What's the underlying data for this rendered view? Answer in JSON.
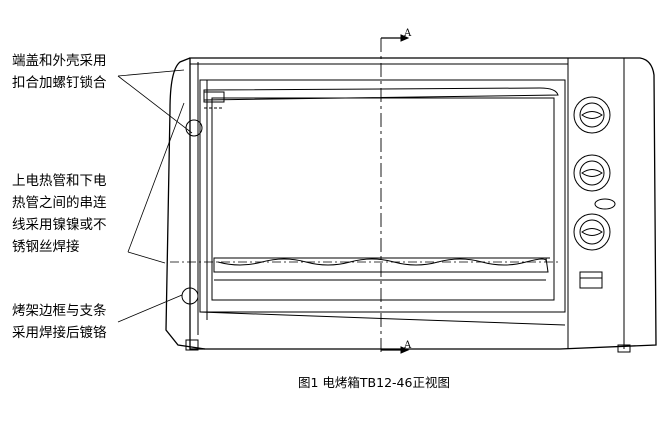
{
  "annotations": [
    {
      "id": "joint",
      "lines": [
        "端盖和外壳采用",
        "扣合加螺钉锁合"
      ]
    },
    {
      "id": "weld",
      "lines": [
        "上电热管和下电",
        "热管之间的串连",
        "线采用镍镍或不",
        "锈钢丝焊接"
      ]
    },
    {
      "id": "rack",
      "lines": [
        "烤架边框与支条",
        "采用焊接后镀铬"
      ]
    }
  ],
  "section_marker": {
    "top": "A",
    "bottom": "A"
  },
  "caption": "图1  电烤箱TB12-46正视图",
  "colors": {
    "line": "#000000",
    "background": "#ffffff"
  }
}
